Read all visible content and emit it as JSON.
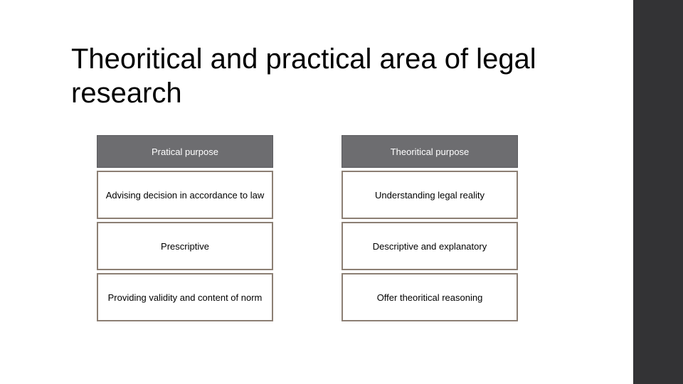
{
  "slide": {
    "title": "Theoritical and practical area of legal research",
    "background_color": "#ffffff",
    "accent_band_color": "#333335",
    "header_fill_color": "#6d6d70",
    "cell_border_color": "#8c7f74",
    "text_color": "#000000"
  },
  "table": {
    "columns": [
      {
        "header": "Pratical purpose",
        "cells": [
          "Advising decision in accordance to law",
          "Prescriptive",
          "Providing validity and content of norm"
        ]
      },
      {
        "header": "Theoritical purpose",
        "cells": [
          "Understanding legal reality",
          "Descriptive and explanatory",
          "Offer theoritical reasoning"
        ]
      }
    ]
  }
}
